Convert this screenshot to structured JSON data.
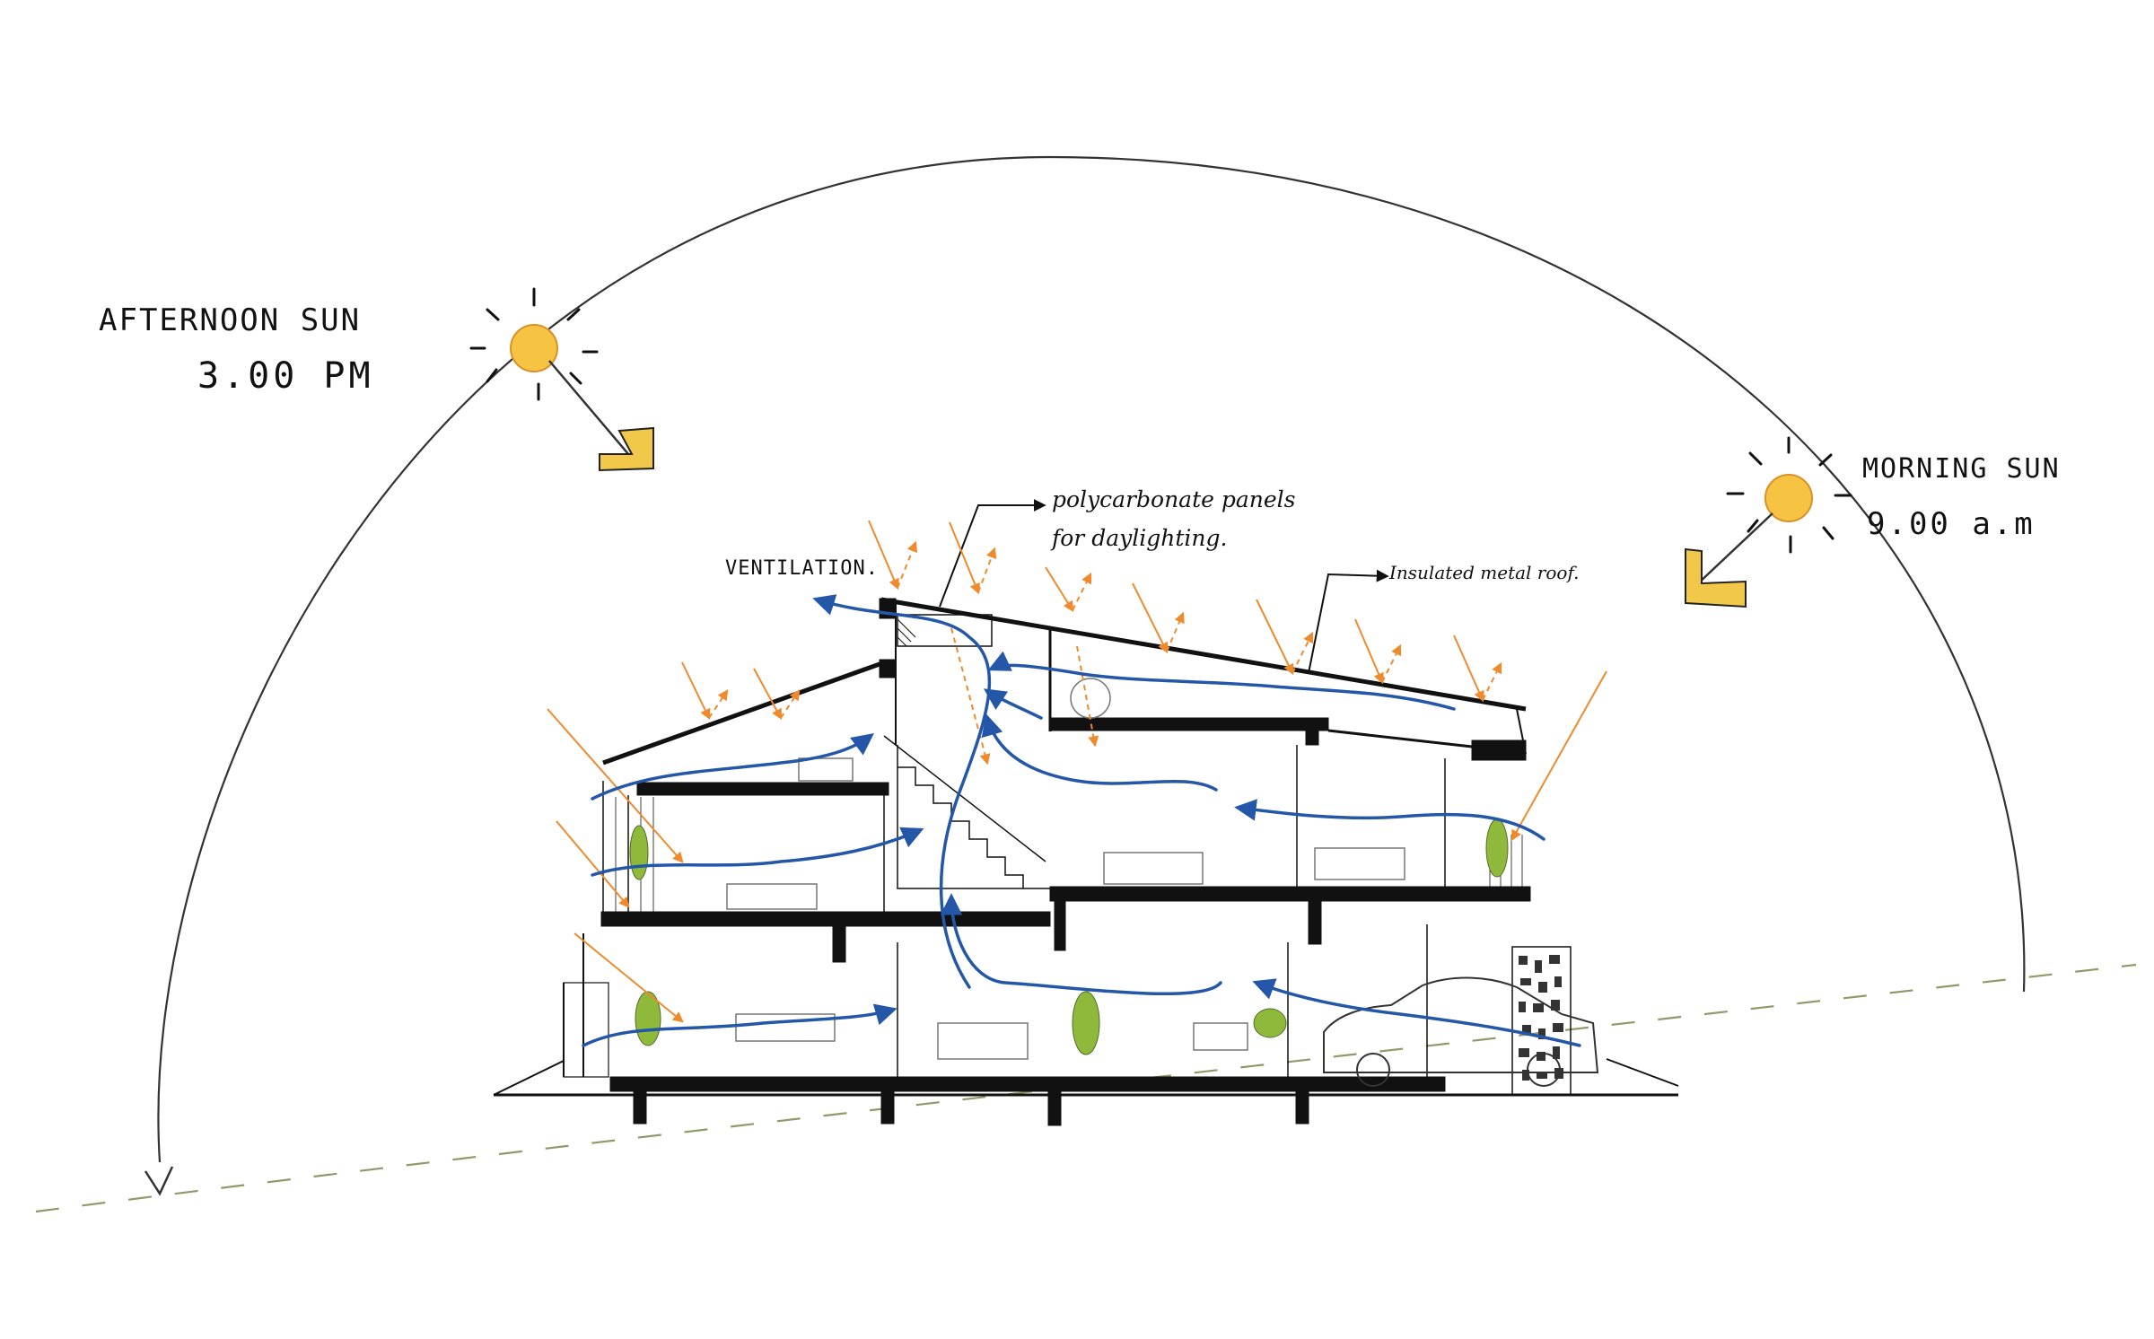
{
  "annotations": {
    "afternoon_sun_title": "AFTERNOON SUN",
    "afternoon_sun_time": "3.00 PM",
    "morning_sun_title": "MORNING SUN",
    "morning_sun_time": "9.00 a.m",
    "ventilation": "VENTILATION.",
    "polycarbonate_line1": "polycarbonate panels",
    "polycarbonate_line2": "for daylighting.",
    "insulated_roof": "Insulated metal roof."
  },
  "colors": {
    "sun_fill": "#f6c343",
    "sun_stroke": "#d9912a",
    "sun_arrow": "#f2c84b",
    "sunlight_rays": "#ef8a2d",
    "airflow": "#2457a8",
    "structure": "#111111",
    "ground_dash": "#8e9a6a",
    "plants": "#8fb93a"
  },
  "icons": [
    "sun-icon",
    "direction-arrow-icon",
    "car-icon",
    "plant-icon"
  ]
}
